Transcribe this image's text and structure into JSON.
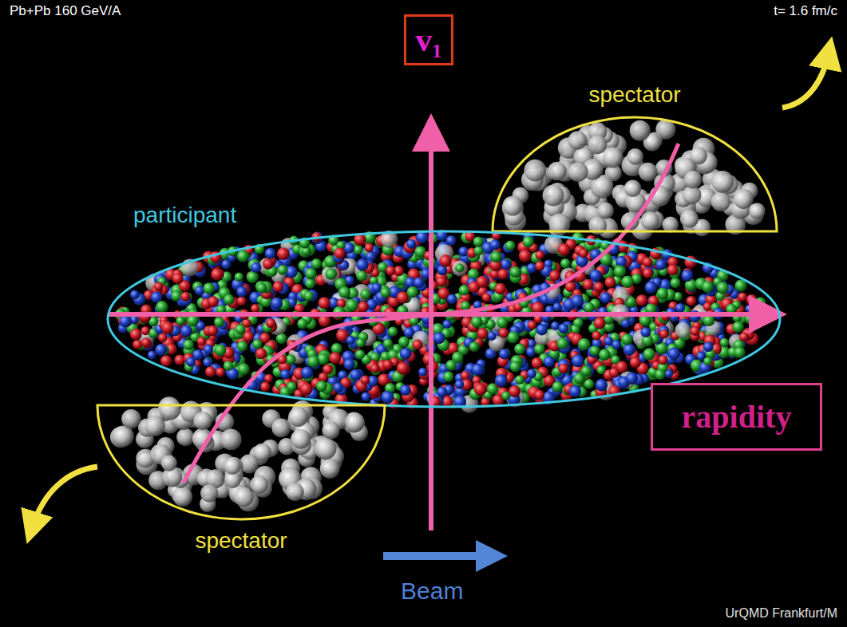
{
  "diagram": {
    "nodes": [
      {
        "text": [
          "v₁"
        ]
      },
      {
        "text": [
          "spectator"
        ]
      },
      {
        "text": [
          "participant"
        ]
      },
      {
        "text": [
          "rapidity"
        ]
      },
      {
        "text": [
          "spectator"
        ]
      }
    ],
    "labels": [
      "Pb+Pb 160 GeV/A",
      "t= 1.6 fm/c",
      "Beam",
      "UrQMD Frankfurt/M"
    ]
  }
}
